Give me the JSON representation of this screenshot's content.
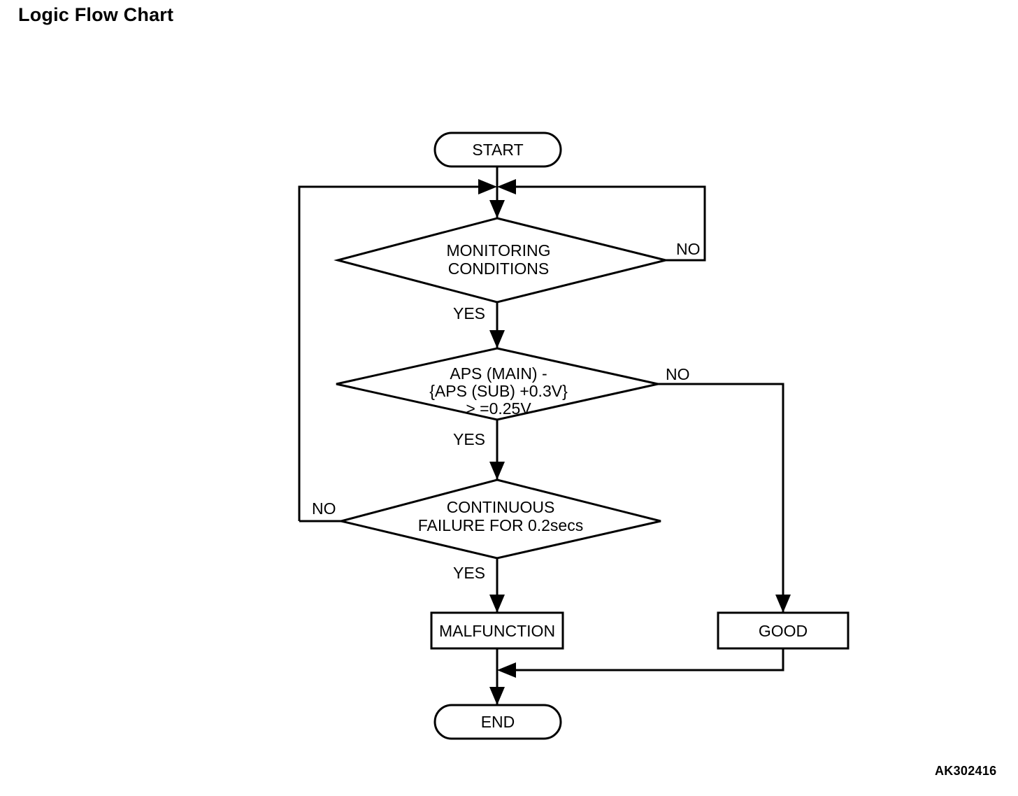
{
  "page": {
    "title": "Logic Flow Chart",
    "part_number": "AK302416",
    "background_color": "#ffffff",
    "ink_color": "#000000"
  },
  "chart_data": {
    "type": "diagram",
    "diagram_kind": "flowchart",
    "title": "Logic Flow Chart",
    "orientation": "top-to-bottom",
    "nodes": [
      {
        "id": "start",
        "shape": "terminator",
        "label": "START"
      },
      {
        "id": "monitoring",
        "shape": "decision",
        "label_lines": [
          "MONITORING",
          "CONDITIONS"
        ]
      },
      {
        "id": "aps",
        "shape": "decision",
        "label_lines": [
          "APS (MAIN) -",
          "{APS (SUB) +0.3V}",
          "> =0.25V"
        ]
      },
      {
        "id": "continuous",
        "shape": "decision",
        "label_lines": [
          "CONTINUOUS",
          "FAILURE FOR 0.2secs"
        ]
      },
      {
        "id": "malfunction",
        "shape": "process",
        "label": "MALFUNCTION"
      },
      {
        "id": "good",
        "shape": "process",
        "label": "GOOD"
      },
      {
        "id": "end",
        "shape": "terminator",
        "label": "END"
      }
    ],
    "edges": [
      {
        "from": "start",
        "to": "monitoring",
        "label": ""
      },
      {
        "from": "monitoring",
        "to": "aps",
        "label": "YES"
      },
      {
        "from": "monitoring",
        "to": "start-junction",
        "label": "NO",
        "route": "right-loop-back"
      },
      {
        "from": "aps",
        "to": "continuous",
        "label": "YES"
      },
      {
        "from": "aps",
        "to": "good",
        "label": "NO",
        "route": "right-down"
      },
      {
        "from": "continuous",
        "to": "malfunction",
        "label": "YES"
      },
      {
        "from": "continuous",
        "to": "start-junction",
        "label": "NO",
        "route": "left-loop-back"
      },
      {
        "from": "malfunction",
        "to": "end",
        "label": ""
      },
      {
        "from": "good",
        "to": "end",
        "label": "",
        "route": "down-left-merge"
      }
    ],
    "branch_labels": [
      "YES",
      "NO"
    ]
  },
  "labels": {
    "start": "START",
    "end": "END",
    "malfunction": "MALFUNCTION",
    "good": "GOOD",
    "monitoring_line1": "MONITORING",
    "monitoring_line2": "CONDITIONS",
    "aps_line1": "APS (MAIN) -",
    "aps_line2": "{APS (SUB) +0.3V}",
    "aps_line3": "> =0.25V",
    "continuous_line1": "CONTINUOUS",
    "continuous_line2": "FAILURE FOR 0.2secs",
    "yes_monitoring": "YES",
    "no_monitoring": "NO",
    "yes_aps": "YES",
    "no_aps": "NO",
    "yes_continuous": "YES",
    "no_continuous": "NO"
  }
}
